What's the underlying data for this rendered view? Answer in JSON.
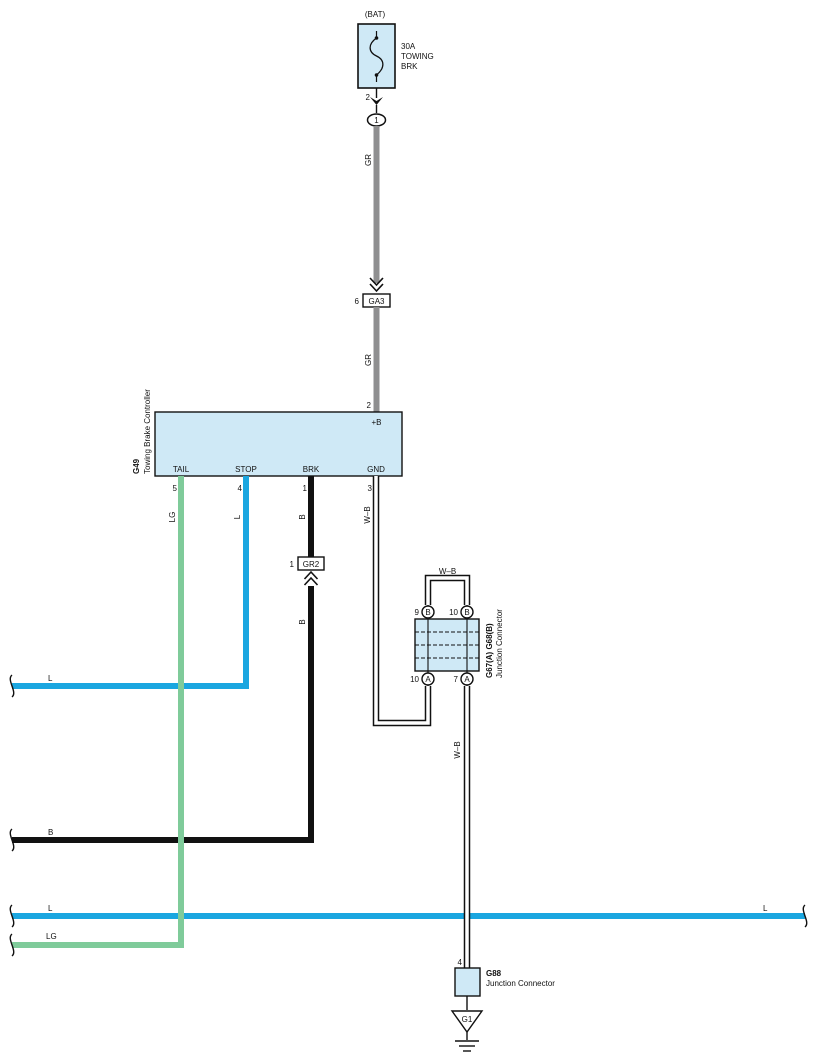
{
  "colors": {
    "wire_gray": "#8f8f90",
    "wire_blue": "#1aa6e0",
    "wire_green": "#7fcb9a",
    "wire_black": "#111111",
    "component_fill": "#cfe9f6",
    "outline": "#111111"
  },
  "fuse": {
    "source": "(BAT)",
    "line1": "30A",
    "line2": "TOWING",
    "line3": "BRK",
    "pin": "2",
    "icon": "fuse-icon"
  },
  "connector_top": {
    "pin": "1"
  },
  "wires": {
    "top_color": "GR",
    "mid_color": "GR",
    "gnd_color": "W–B",
    "stop_color": "L",
    "tail_color": "LG",
    "brk_upper_color": "B",
    "brk_lower_color": "B",
    "loop_color": "W–B",
    "jc_out_color": "W–B"
  },
  "inline_ga3": {
    "pin": "6",
    "label": "GA3"
  },
  "inline_gr2": {
    "pin": "1",
    "label": "GR2"
  },
  "controller": {
    "code": "G49",
    "name": "Towing Brake Controller",
    "power_pin": "2",
    "power_label": "+B",
    "terminals": [
      {
        "label": "TAIL",
        "pin": "5"
      },
      {
        "label": "STOP",
        "pin": "4"
      },
      {
        "label": "BRK",
        "pin": "1"
      },
      {
        "label": "GND",
        "pin": "3"
      }
    ]
  },
  "junction1": {
    "code": "G67(A) G68(B)",
    "name": "Junction Connector",
    "top_pins": [
      {
        "num": "9",
        "letter": "B"
      },
      {
        "num": "10",
        "letter": "B"
      }
    ],
    "bottom_pins": [
      {
        "num": "10",
        "letter": "A"
      },
      {
        "num": "7",
        "letter": "A"
      }
    ]
  },
  "junction2": {
    "code": "G88",
    "name": "Junction Connector",
    "pin": "4"
  },
  "ground": {
    "label": "G1",
    "icon": "ground-icon"
  },
  "left_leads": [
    {
      "color": "L"
    },
    {
      "color": "B"
    },
    {
      "color": "L"
    },
    {
      "color": "LG"
    }
  ],
  "right_lead": {
    "color": "L"
  }
}
